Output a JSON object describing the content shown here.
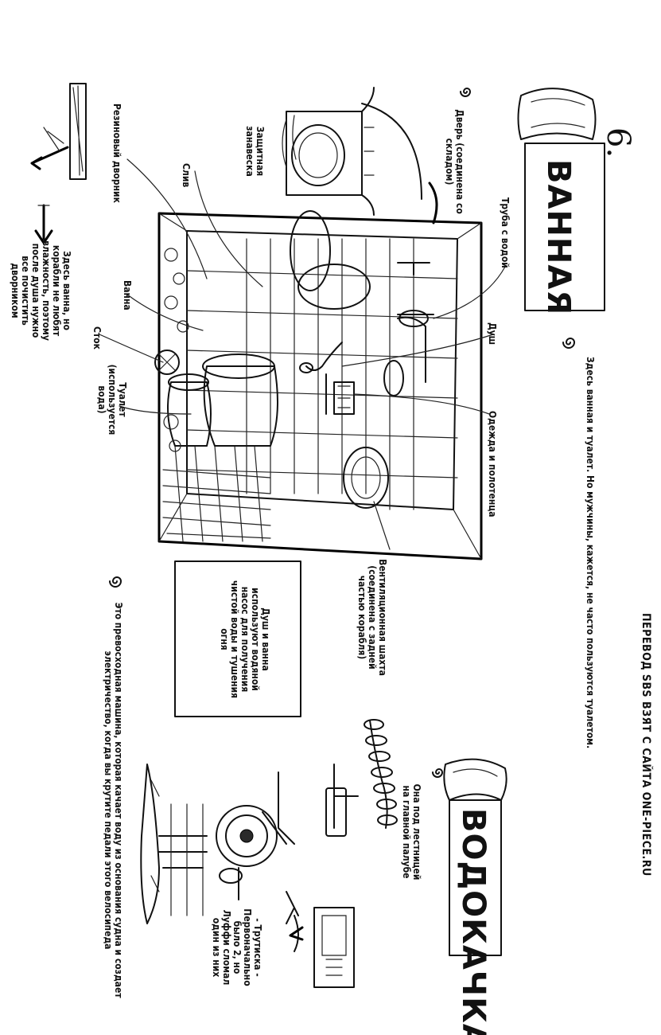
{
  "page_number": "6.",
  "credit": "ПЕРЕВОД SBS ВЗЯТ С САЙТА ONE-PIECE.RU",
  "bathroom": {
    "title": "ВАННАЯ",
    "intro": "Здесь ванная и туалет. Но мужчины, кажется, не часто пользуются туалетом.",
    "labels": {
      "door": "Дверь (соединена со складом)",
      "curtain": "Защитная занавеска",
      "rubber_wiper": "Резиновый дворник",
      "drain": "Слив",
      "bath": "Ванна",
      "drainage": "Сток",
      "toilet": "Туалет (используется вода)",
      "water_pipe": "Труба с водой",
      "shower": "Душ",
      "clothes": "Одежда и полотенца",
      "vent": "Вентиляционная шахта (соединена с задней частью корабля)"
    },
    "humidity_note": "Здесь ванна, но корабли не любят влажность, поэтому после душа нужно все почистить дворником",
    "pump_note": "Душ и ванна используют водяной насос для получения чистой воды и тушения огня"
  },
  "pump": {
    "title": "ВОДОКАЧКА",
    "location": "Она под лестницей на главной палубе",
    "machine_note": "Это превосходная машина, которая качает воду из основания судна и создает электричество, когда вы крутите педали этого велосипеда",
    "bolt_note": "- Трутиска - Первоначально было 2, но Луффи сломал один из них"
  }
}
